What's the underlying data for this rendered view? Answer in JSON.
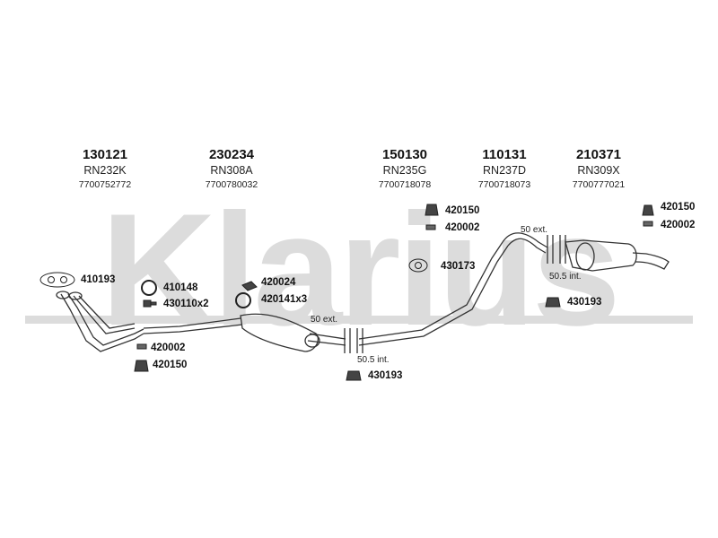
{
  "watermark": {
    "text": "Klarius",
    "color": "#d9d9d9"
  },
  "columns": [
    {
      "part": "130121",
      "ref": "RN232K",
      "oem": "7700752772"
    },
    {
      "part": "230234",
      "ref": "RN308A",
      "oem": "7700780032"
    },
    {
      "part": "150130",
      "ref": "RN235G",
      "oem": "7700718078"
    },
    {
      "part": "110131",
      "ref": "RN237D",
      "oem": "7700718073"
    },
    {
      "part": "210371",
      "ref": "RN309X",
      "oem": "7700777021"
    }
  ],
  "labels": {
    "gasket_410193": "410193",
    "ring_410148": "410148",
    "bolt_430110": "430110x2",
    "clamp_420002_a": "420002",
    "mount_420150_a": "420150",
    "clamp_420024": "420024",
    "bolt_420141": "420141x3",
    "mount_430193_a": "430193",
    "mount_420150_b": "420150",
    "clamp_420002_b": "420002",
    "clamp_430173": "430173",
    "mount_430193_b": "430193",
    "mount_420150_c": "420150",
    "clamp_420002_c": "420002"
  },
  "notes": {
    "ext_1": "50 ext.",
    "int_1": "50.5 int.",
    "ext_2": "50 ext.",
    "int_2": "50.5 int."
  }
}
